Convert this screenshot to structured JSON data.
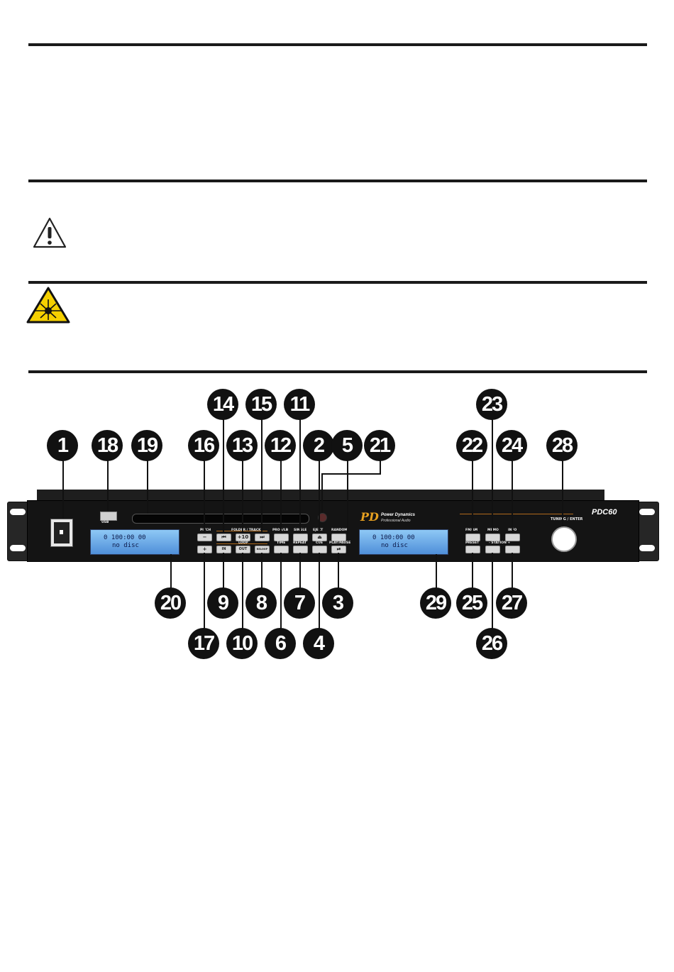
{
  "icons": {
    "warning": "warning-triangle-icon",
    "laser": "laser-radiation-icon"
  },
  "colors": {
    "rule": "#1a1a1a",
    "marker": "#111111",
    "laser_yellow": "#f5d000",
    "lcd_blue": "#6aa8ea"
  },
  "panel": {
    "brand": "Power Dynamics",
    "brand_sub": "Professional Audio",
    "model": "PDC60",
    "usb_label": "USB",
    "knob_label": "TUNING / ENTER",
    "lcd_line1": "0 100:00 00",
    "lcd_line2": "no disc",
    "buttons": {
      "pitch_label": "PITCH",
      "minus": "−",
      "plus": "+",
      "folder_track_label": "FOLDER / TRACK",
      "prev": "⏮",
      "ten_plus": "+10",
      "next": "⏭",
      "program_label": "PROG/LB",
      "single_label": "SINGLE",
      "eject_label": "EJECT",
      "eject": "⏏",
      "random_label": "RANDOM",
      "in": "IN",
      "out": "OUT",
      "reloop": "RELOOP",
      "loop_label": "LOOP",
      "time_label": "TIME",
      "repeat_label": "REPEAT",
      "cue_label": "CUE",
      "play_pause_label": "PLAY/PAUSE",
      "play": "⏯",
      "fm_label": "FM/AM",
      "memo_label": "MEMO",
      "info_label": "INFO",
      "preset_label": "PRESET",
      "station_label": "- STATION +"
    }
  },
  "markers": [
    "1",
    "18",
    "19",
    "16",
    "14",
    "13",
    "15",
    "12",
    "11",
    "2",
    "5",
    "21",
    "23",
    "22",
    "24",
    "28",
    "20",
    "17",
    "9",
    "10",
    "8",
    "6",
    "7",
    "4",
    "3",
    "29",
    "25",
    "26",
    "27"
  ]
}
